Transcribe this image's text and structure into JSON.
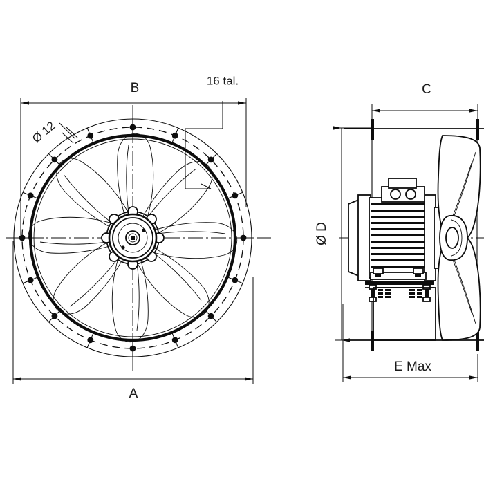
{
  "drawing": {
    "title": "Axial fan technical drawing",
    "line_color": "#0d0d0d",
    "background_color": "#ffffff",
    "views": {
      "front": {
        "name": "front-view",
        "blade_count": 8,
        "bolt_hole_count": 16
      },
      "side": {
        "name": "side-view"
      }
    }
  },
  "labels": {
    "dim_b": "B",
    "dim_a": "A",
    "dim_c": "C",
    "dim_d": "Ø D",
    "dim_e": "E Max",
    "hole_diameter": "Ø 12",
    "hole_count": "16 tal."
  }
}
